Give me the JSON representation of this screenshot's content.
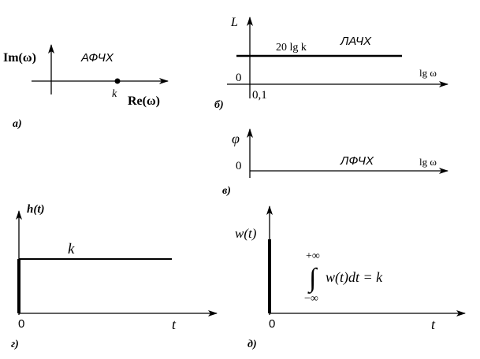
{
  "panel_a": {
    "im_axis": "Im(ω)",
    "re_axis": "Re(ω)",
    "title": "АФЧХ",
    "point": "k",
    "caption": "а)"
  },
  "panel_b": {
    "y_axis": "L",
    "title": "ЛАЧХ",
    "level": "20 lg k",
    "x_axis": "lg ω",
    "origin_zero": "0",
    "tick": "0,1",
    "caption": "б)"
  },
  "panel_v": {
    "y_axis": "φ",
    "title": "ЛФЧХ",
    "origin_zero": "0",
    "x_axis": "lg ω",
    "caption": "в)"
  },
  "panel_g": {
    "y_axis": "h(t)",
    "level": "k",
    "origin": "0",
    "x_axis": "t",
    "caption": "г)"
  },
  "panel_d": {
    "y_axis": "w(t)",
    "origin": "0",
    "x_axis": "t",
    "upper_limit": "+∞",
    "lower_limit": "−∞",
    "integrand": "w(t)dt = k",
    "caption": "д)"
  }
}
